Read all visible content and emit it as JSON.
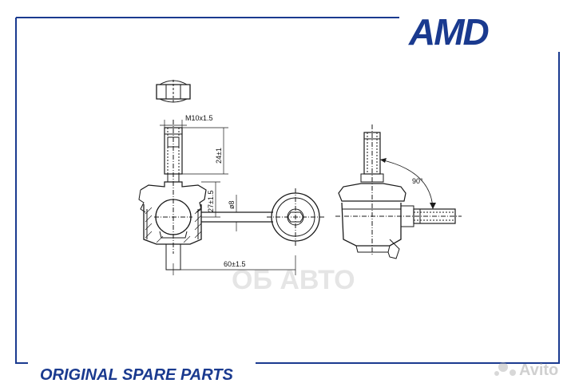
{
  "brand": {
    "logo_text": "AMD",
    "logo_color": "#1a3a8f",
    "footer_text": "ORIGINAL SPARE PARTS",
    "footer_color": "#1a3a8f",
    "watermark_text": "Avito",
    "center_watermark": "ОБ АВТО"
  },
  "dimensions": {
    "thread": "M10x1.5",
    "stud_length": "24±1",
    "ball_height": "27±1.5",
    "ball_diameter": "ø8",
    "total_length": "60±1.5",
    "angle": "90°"
  },
  "colors": {
    "frame": "#1a3a8f",
    "line": "#1a1a1a"
  }
}
